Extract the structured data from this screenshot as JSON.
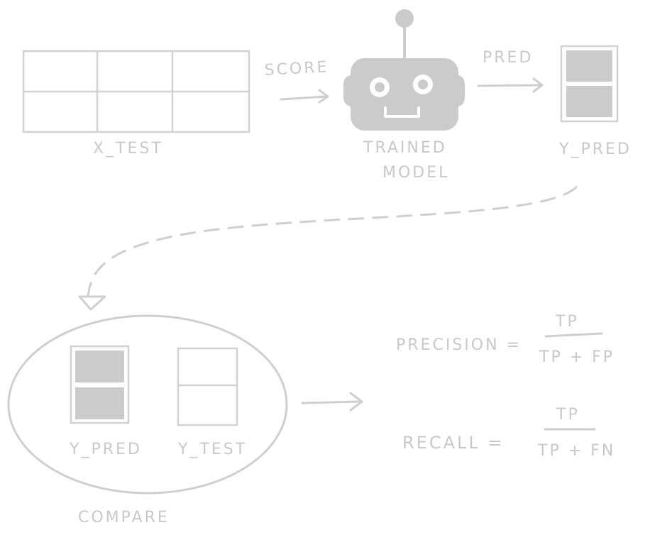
{
  "labels": {
    "x_test": "X_TEST",
    "score": "SCORE",
    "trained": "TRAINED",
    "model": "MODEL",
    "pred": "PRED",
    "y_pred_top": "Y_PRED",
    "y_pred_bottom": "Y_PRED",
    "y_test": "Y_TEST",
    "compare": "COMPARE"
  },
  "formulas": {
    "precision": {
      "label": "PRECISION =",
      "numerator": "TP",
      "denominator": "TP + FP"
    },
    "recall": {
      "label": "RECALL =",
      "numerator": "TP",
      "denominator": "TP + FN"
    }
  },
  "colors": {
    "ink": "#cbcbcb",
    "background": "#ffffff"
  }
}
